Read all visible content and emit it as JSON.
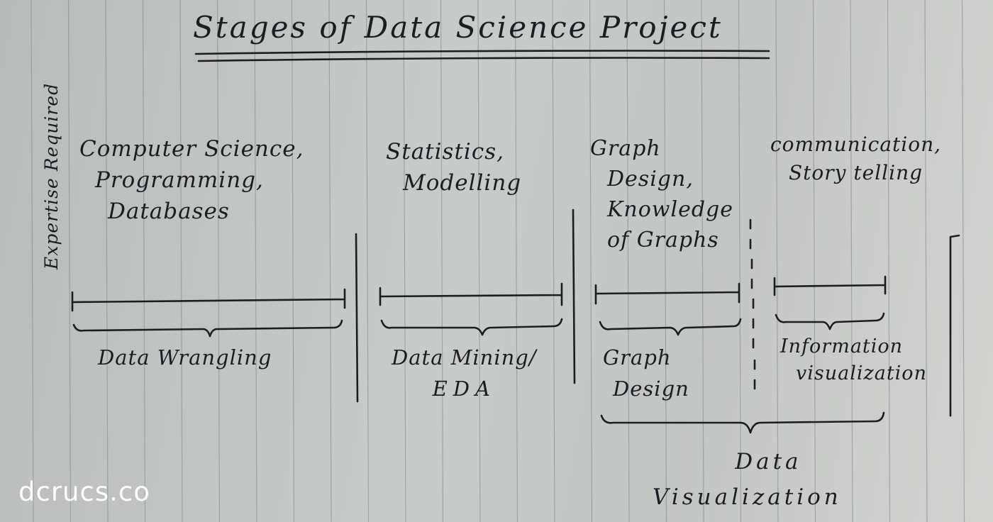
{
  "diagram": {
    "title": "Stages of Data Science Project",
    "y_axis_label": "Expertise Required",
    "expertise": [
      {
        "lines": [
          "Computer Science,",
          "Programming,",
          "Databases"
        ]
      },
      {
        "lines": [
          "Statistics,",
          "Modelling"
        ]
      },
      {
        "lines": [
          "Graph",
          "Design,",
          "Knowledge",
          "of Graphs"
        ]
      },
      {
        "lines": [
          "communication,",
          "Story telling"
        ]
      }
    ],
    "stages": [
      {
        "lines": [
          "Data Wrangling"
        ]
      },
      {
        "lines": [
          "Data Mining/",
          "EDA"
        ]
      },
      {
        "lines": [
          "Graph",
          "Design"
        ]
      },
      {
        "lines": [
          "Information",
          "visualization"
        ]
      },
      {
        "lines": [
          "Data",
          "Visualization"
        ]
      }
    ]
  },
  "watermark": "dcrucs.co",
  "colors": {
    "ink": "#1c1d22",
    "paper": "#c3c5c4",
    "rule_line": "#8d9495",
    "watermark": "#ffffff"
  }
}
